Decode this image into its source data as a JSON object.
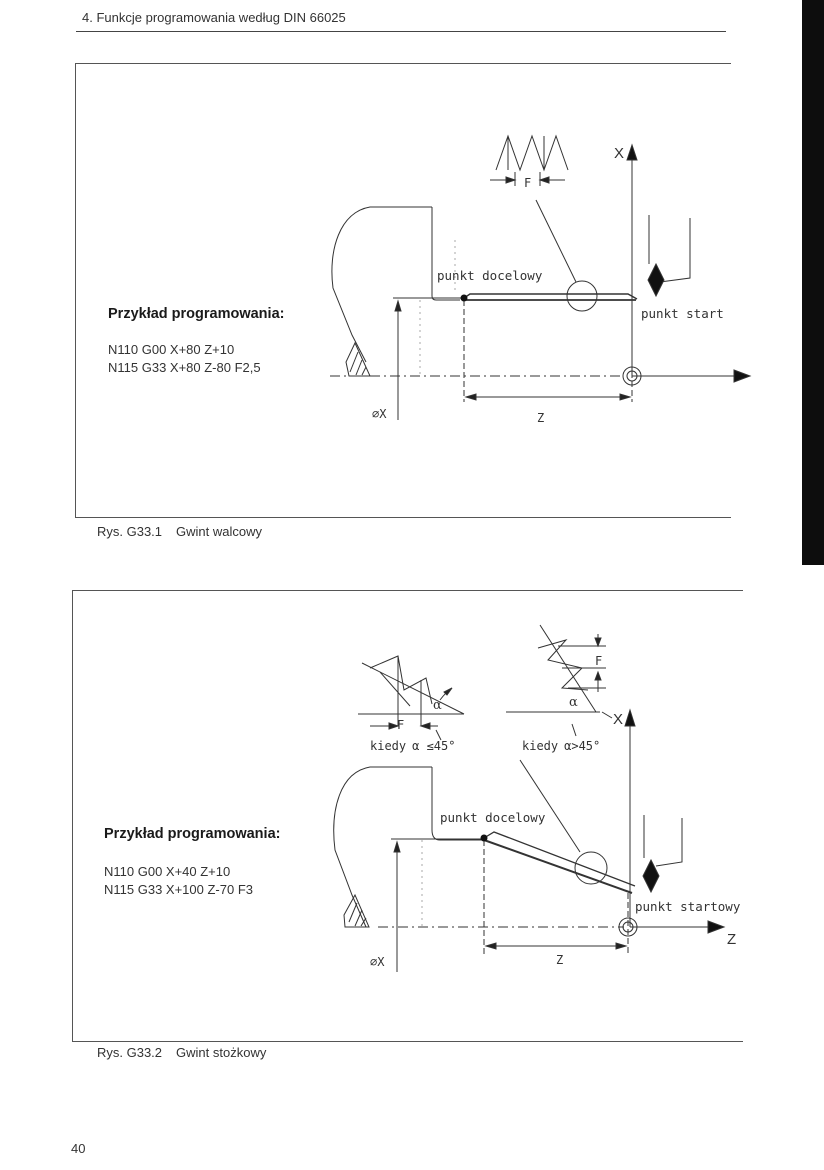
{
  "header": {
    "title": "4. Funkcje programowania według DIN 66025"
  },
  "figure1": {
    "example_title": "Przykład programowania:",
    "code": [
      "N110 G00 X+80 Z+10",
      "N115 G33 X+80 Z-80 F2,5"
    ],
    "labels": {
      "target": "punkt docelowy",
      "start": "punkt start",
      "feed": "F",
      "diameter": "⌀X",
      "z_dimension": "Z",
      "x_axis": "X"
    },
    "caption_number": "Rys. G33.1",
    "caption_text": "Gwint walcowy"
  },
  "figure2": {
    "example_title": "Przykład programowania:",
    "code": [
      "N110 G00 X+40 Z+10",
      "N115 G33 X+100 Z-70 F3"
    ],
    "labels": {
      "target": "punkt docelowy",
      "start": "punkt startowy",
      "feed_left": "F",
      "feed_right": "F",
      "alpha_left": "α",
      "alpha_right": "α",
      "condition_le": "kiedy",
      "condition_le_expr": "α ≤45°",
      "condition_gt": "kiedy",
      "condition_gt_expr": "α>45°",
      "diameter": "⌀X",
      "z_dimension": "Z",
      "x_axis": "X",
      "z_axis": "Z"
    },
    "caption_number": "Rys. G33.2",
    "caption_text": "Gwint stożkowy"
  },
  "page_number": "40"
}
